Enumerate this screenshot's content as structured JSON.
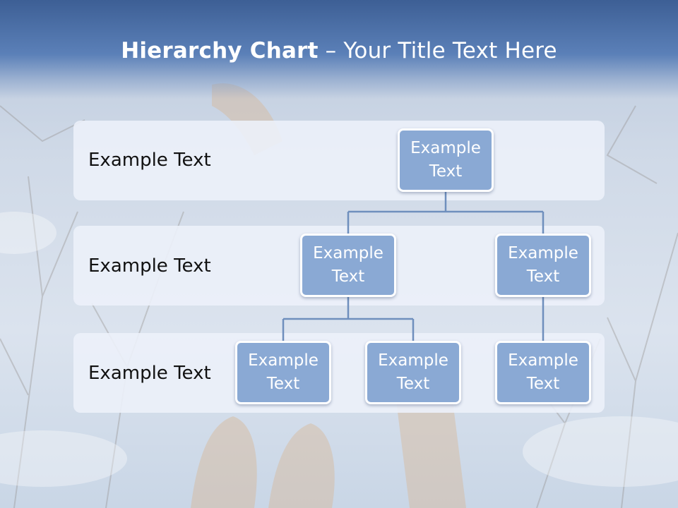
{
  "title": {
    "bold": "Hierarchy Chart",
    "rest": " – Your Title Text Here"
  },
  "levels": [
    {
      "label": "Example Text"
    },
    {
      "label": "Example Text"
    },
    {
      "label": "Example Text"
    }
  ],
  "nodes": {
    "root": "Example Text",
    "level2_left": "Example Text",
    "level2_right": "Example Text",
    "level3_left": "Example Text",
    "level3_middle": "Example Text",
    "level3_right": "Example Text"
  },
  "colors": {
    "node_fill": "#8aa9d4",
    "node_border": "#ffffff",
    "connector": "#6f8fbd",
    "band_fill": "#ecf1f9",
    "header": "#3d5f95"
  }
}
